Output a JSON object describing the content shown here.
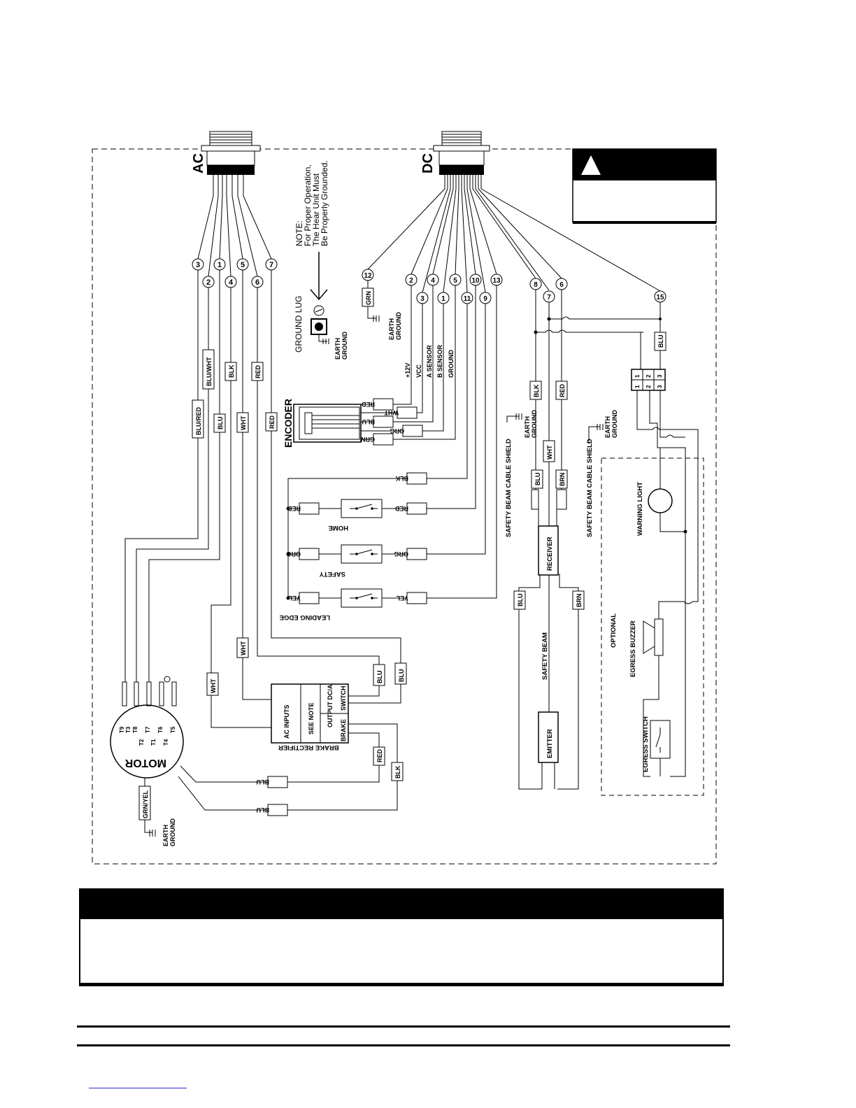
{
  "connectors": {
    "ac": "AC",
    "dc": "DC"
  },
  "ground_note": {
    "line1": "NOTE:",
    "line2": "For Proper Operation,",
    "line3": "The Hear Unit Must",
    "line4": "Be Properly Grounded."
  },
  "ground_lug": "GROUND LUG",
  "earth": "EARTH",
  "ground": "GROUND",
  "ac_pins": [
    "3",
    "2",
    "1",
    "4",
    "5",
    "6",
    "7"
  ],
  "dc_pins": [
    "12",
    "2",
    "3",
    "4",
    "1",
    "5",
    "11",
    "10",
    "9",
    "13",
    "8",
    "7",
    "6",
    "15"
  ],
  "wire_colors": {
    "blu_red": "BLU/RED",
    "blu_wht": "BLU/WHT",
    "blu": "BLU",
    "blk": "BLK",
    "wht": "WHT",
    "red": "RED",
    "grn": "GRN",
    "org": "ORG",
    "yel": "YEL",
    "brn": "BRN",
    "grn_yel": "GRN/YEL"
  },
  "encoder": {
    "title": "ENCODER",
    "signals": [
      "+12V",
      "VCC",
      "A SENSOR",
      "B SENSOR",
      "GROUND"
    ]
  },
  "switches": {
    "home": "HOME",
    "safety": "SAFETY",
    "leading_edge": "LEADING EDGE"
  },
  "rectifier": {
    "title": "BRAKE RECTIFIER",
    "ac_inputs": "AC INPUTS",
    "see_note": "SEE NOTE",
    "output": "OUTPUT DC/A",
    "switch": "SWITCH",
    "brake": "BRAKE"
  },
  "motor": {
    "title": "MOTOR",
    "terminals": [
      "T9",
      "T3",
      "T8",
      "T2",
      "T7",
      "T1",
      "T6",
      "T4",
      "T5"
    ]
  },
  "safety_beam": {
    "title": "SAFETY BEAM",
    "receiver": "RECEIVER",
    "emitter": "EMITTER",
    "shield": "SAFETY BEAM CABLE SHIELD"
  },
  "terminal_block": [
    "1",
    "1",
    "2",
    "2",
    "3",
    "3"
  ],
  "optional": {
    "title": "OPTIONAL",
    "warning_light": "WARNING LIGHT",
    "egress_buzzer": "EGRESS BUZZER",
    "egress_switch": "EGRESS SWITCH"
  }
}
